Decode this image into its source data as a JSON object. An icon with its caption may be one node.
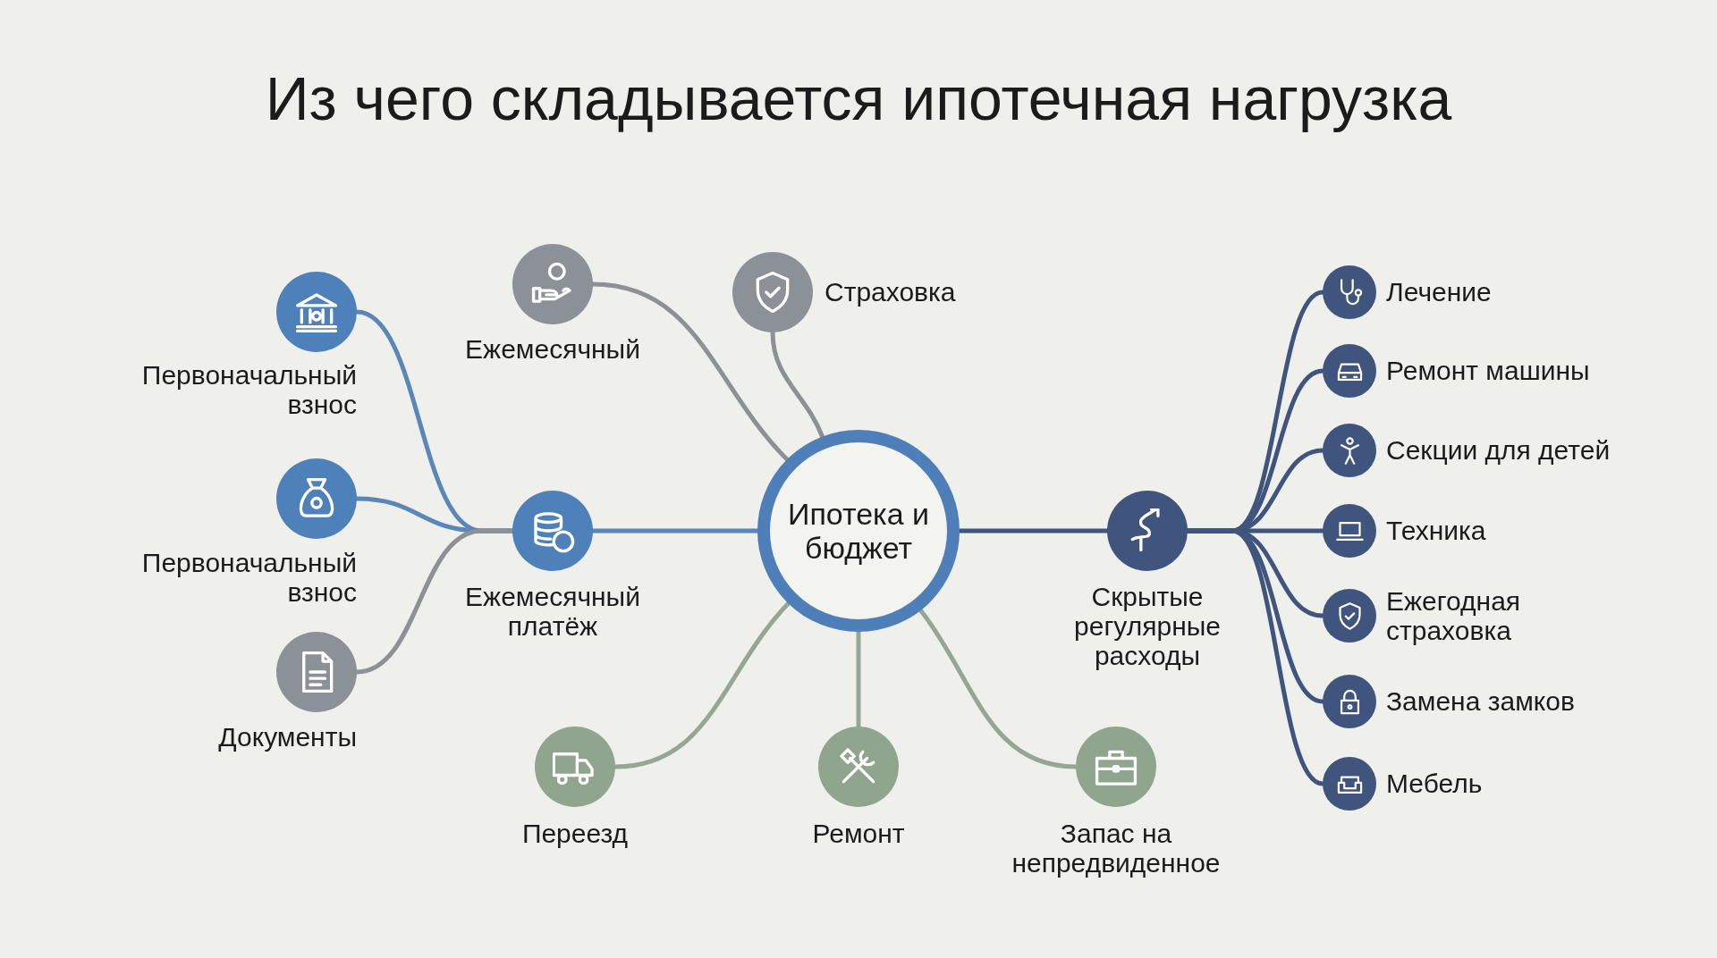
{
  "diagram": {
    "title": "Из чего складывается ипотечная нагрузка",
    "nodes": [
      {
        "text": [
          "Ипотека и бюджет"
        ]
      },
      {
        "text": [
          "Первоначальный взнос"
        ]
      },
      {
        "text": [
          "Первоначальный взнос"
        ]
      },
      {
        "text": [
          "Документы"
        ]
      },
      {
        "text": [
          "Ежемесячный платёж"
        ]
      },
      {
        "text": [
          "Ежемесячный"
        ]
      },
      {
        "text": [
          "Страховка"
        ]
      },
      {
        "text": [
          "Переезд"
        ]
      },
      {
        "text": [
          "Ремонт"
        ]
      },
      {
        "text": [
          "Запас на непредвиденное"
        ]
      },
      {
        "text": [
          "Скрытые регулярные расходы"
        ]
      },
      {
        "text": [
          "Лечение"
        ]
      },
      {
        "text": [
          "Ремонт машины"
        ]
      },
      {
        "text": [
          "Секции для детей"
        ]
      },
      {
        "text": [
          "Техника"
        ]
      },
      {
        "text": [
          "Ежегодная страховка"
        ]
      },
      {
        "text": [
          "Замена замков"
        ]
      },
      {
        "text": [
          "Мебель"
        ]
      }
    ],
    "edges": [
      {
        "from": 0,
        "to": 4,
        "arrow": "none",
        "color": "#5b86b8"
      },
      {
        "from": 4,
        "to": 1,
        "arrow": "none",
        "color": "#5b86b8"
      },
      {
        "from": 4,
        "to": 2,
        "arrow": "none",
        "color": "#5b86b8"
      },
      {
        "from": 4,
        "to": 3,
        "arrow": "none",
        "color": "#8d9195"
      },
      {
        "from": 0,
        "to": 5,
        "arrow": "none",
        "color": "#8d9195"
      },
      {
        "from": 0,
        "to": 6,
        "arrow": "none",
        "color": "#8d9195"
      },
      {
        "from": 0,
        "to": 7,
        "arrow": "none",
        "color": "#97a597"
      },
      {
        "from": 0,
        "to": 8,
        "arrow": "none",
        "color": "#97a597"
      },
      {
        "from": 0,
        "to": 9,
        "arrow": "none",
        "color": "#97a597"
      },
      {
        "from": 0,
        "to": 10,
        "arrow": "none"
      },
      {
        "from": 10,
        "to": 11,
        "arrow": "none"
      },
      {
        "from": 10,
        "to": 12,
        "arrow": "none"
      },
      {
        "from": 10,
        "to": 13,
        "arrow": "none"
      },
      {
        "from": 10,
        "to": 14,
        "arrow": "none"
      },
      {
        "from": 10,
        "to": 15,
        "arrow": "none"
      },
      {
        "from": 10,
        "to": 16,
        "arrow": "none"
      },
      {
        "from": 10,
        "to": 17,
        "arrow": "none"
      }
    ]
  }
}
